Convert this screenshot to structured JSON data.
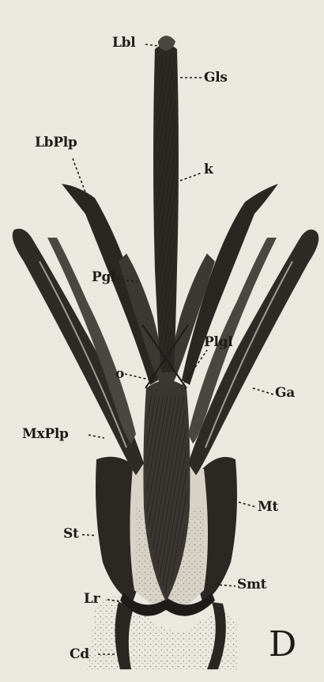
{
  "figure": {
    "panel_letter": "D",
    "labels": {
      "lbl": "Lbl",
      "gls": "Gls",
      "lbplp": "LbPlp",
      "k": "k",
      "pgl": "Pgl",
      "plgl": "Plgl",
      "o": "o",
      "ga": "Ga",
      "mxplp": "MxPlp",
      "mt": "Mt",
      "st": "St",
      "smt": "Smt",
      "lr": "Lr",
      "cd": "Cd"
    }
  }
}
